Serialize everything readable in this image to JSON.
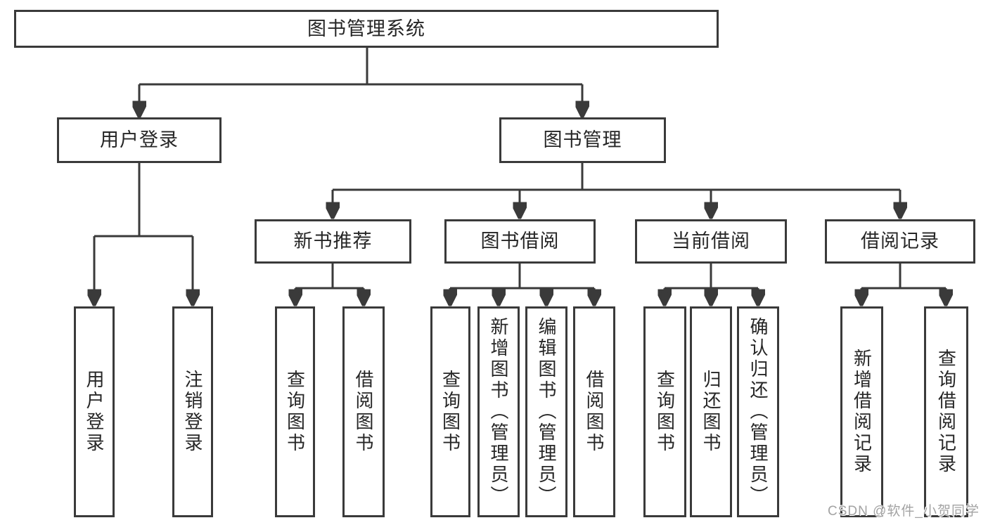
{
  "colors": {
    "line": "#3a3a3a",
    "text": "#262626",
    "watermark": "#a3a3a3"
  },
  "tree": {
    "label": "图书管理系统",
    "children": [
      {
        "label": "用户登录",
        "children": [
          {
            "label": "用户登录"
          },
          {
            "label": "注销登录"
          }
        ]
      },
      {
        "label": "图书管理",
        "children": [
          {
            "label": "新书推荐",
            "children": [
              {
                "label": "查询图书"
              },
              {
                "label": "借阅图书"
              }
            ]
          },
          {
            "label": "图书借阅",
            "children": [
              {
                "label": "查询图书"
              },
              {
                "label": "新增图书（管理员）"
              },
              {
                "label": "编辑图书（管理员）"
              },
              {
                "label": "借阅图书"
              }
            ]
          },
          {
            "label": "当前借阅",
            "children": [
              {
                "label": "查询图书"
              },
              {
                "label": "归还图书"
              },
              {
                "label": "确认归还（管理员）"
              }
            ]
          },
          {
            "label": "借阅记录",
            "children": [
              {
                "label": "新增借阅记录"
              },
              {
                "label": "查询借阅记录"
              }
            ]
          }
        ]
      }
    ]
  },
  "watermark": {
    "text": "CSDN @软件_小贺同学"
  }
}
